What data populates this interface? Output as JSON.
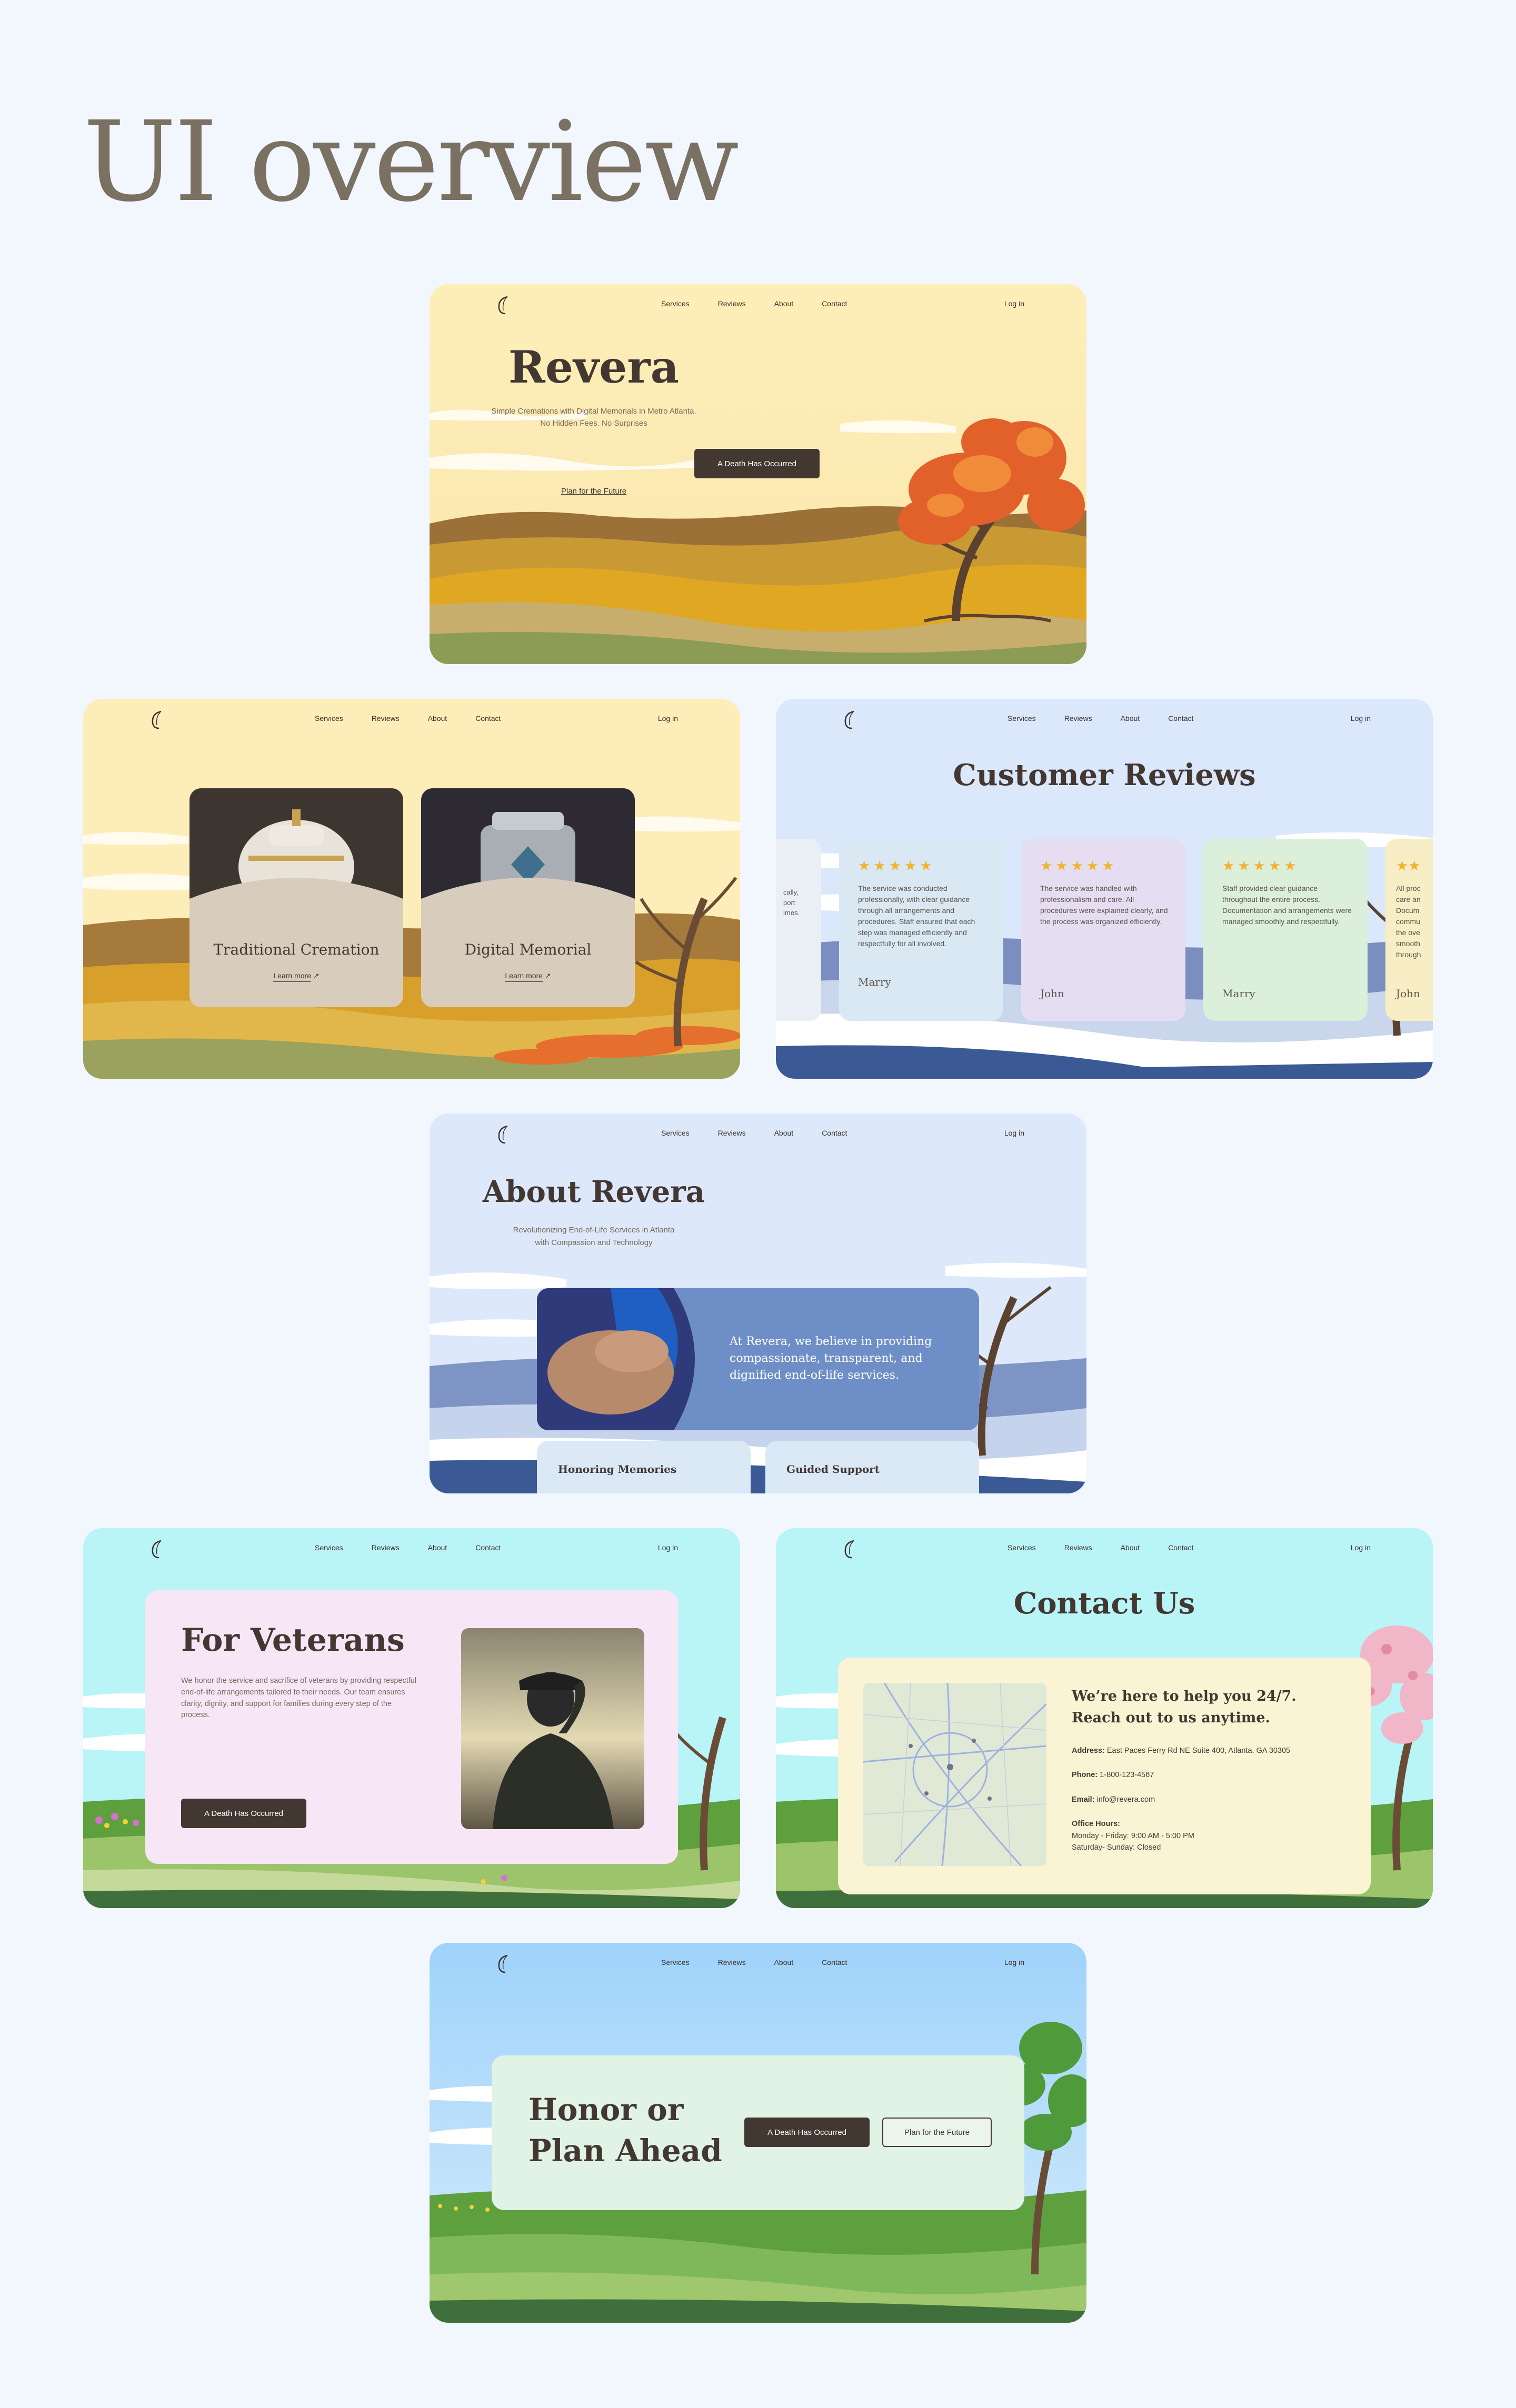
{
  "overview": {
    "title": "UI overview"
  },
  "nav": {
    "services": "Services",
    "reviews": "Reviews",
    "about": "About",
    "contact": "Contact",
    "login": "Log in"
  },
  "hero": {
    "title": "Revera",
    "subtitle_line1": "Simple Cremations with Digital Memorials in Metro Atlanta.",
    "subtitle_line2": "No Hidden Fees. No Surprises",
    "primary_cta": "A Death Has Occurred",
    "secondary_cta": "Plan for the Future"
  },
  "services": {
    "cards": [
      {
        "title": "Traditional Cremation",
        "link": "Learn more"
      },
      {
        "title": "Digital Memorial",
        "link": "Learn more"
      }
    ]
  },
  "reviews": {
    "title": "Customer Reviews",
    "partial_left": [
      "cally,",
      "port",
      "",
      "imes."
    ],
    "cards": [
      {
        "text": "The service was conducted professionally, with clear guidance through all arrangements and procedures. Staff ensured that each step was managed efficiently and respectfully for all involved.",
        "author": "Marry",
        "bg": "#d9e8f3"
      },
      {
        "text": "The service was handled with professionalism and care. All procedures were explained clearly, and the process was organized efficiently.",
        "author": "John",
        "bg": "#e5def2"
      },
      {
        "text": "Staff provided clear guidance throughout the entire process. Documentation and arrangements were managed smoothly and respectfully.",
        "author": "Marry",
        "bg": "#dcefdb"
      }
    ],
    "partial_right": {
      "lines": [
        "All proc",
        "care an",
        "Docum",
        "commu",
        "the ove",
        "smooth",
        "through"
      ],
      "author": "John"
    }
  },
  "about": {
    "title": "About Revera",
    "subtitle_line1": "Revolutionizing End-of-Life Services in Atlanta",
    "subtitle_line2": "with Compassion and Technology",
    "statement": "At Revera, we believe in providing compassionate, transparent, and dignified end-of-life services.",
    "features": [
      "Honoring Memories",
      "Guided Support"
    ]
  },
  "veterans": {
    "title": "For Veterans",
    "body": "We honor the service and sacrifice of veterans by providing respectful end-of-life arrangements tailored to their needs. Our team ensures clarity, dignity, and support for families during every step of the process.",
    "cta": "A Death Has Occurred"
  },
  "contact": {
    "title": "Contact Us",
    "heading_line1": "We’re here to help you 24/7.",
    "heading_line2": "Reach out to us anytime.",
    "address_label": "Address:",
    "address": "East Paces Ferry Rd NE Suite 400, Atlanta, GA 30305",
    "phone_label": "Phone:",
    "phone": "1-800-123-4567",
    "email_label": "Email:",
    "email": "info@revera.com",
    "hours_label": "Office Hours:",
    "hours_weekday": "Monday - Friday: 9:00 AM - 5:00 PM",
    "hours_weekend": "Saturday- Sunday: Closed"
  },
  "cta_section": {
    "title_line1": "Honor or",
    "title_line2": "Plan Ahead",
    "primary_cta": "A Death Has Occurred",
    "secondary_cta": "Plan for the Future"
  },
  "colors": {
    "dark": "#433732",
    "page_bg": "#f1f7fd",
    "star": "#f4b12f",
    "about_card": "#6e8ec7"
  },
  "icons": [
    "feather-logo-icon",
    "star-icon",
    "arrow-up-right-icon",
    "map-pin-icon"
  ]
}
